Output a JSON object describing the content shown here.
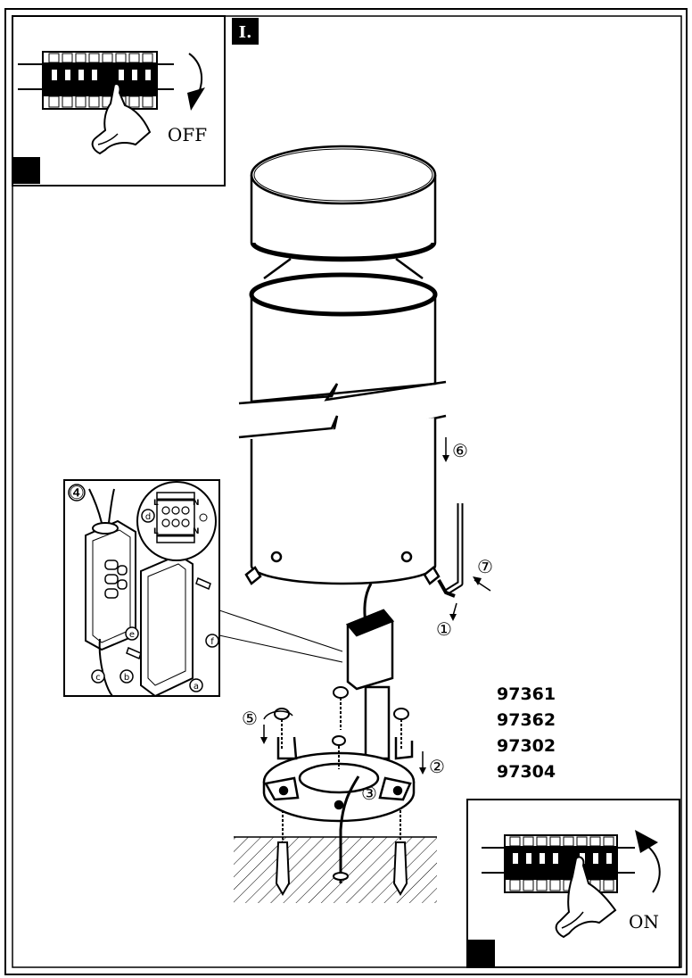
{
  "sheet_label": "I.",
  "breaker_top": {
    "state_label": "OFF"
  },
  "breaker_bottom": {
    "state_label": "ON"
  },
  "steps": [
    "①",
    "②",
    "③",
    "④",
    "⑤",
    "⑥",
    "⑦"
  ],
  "junction_box": {
    "terminal_labels": [
      "L",
      "N",
      "L",
      "N"
    ],
    "callouts": [
      "a",
      "b",
      "c",
      "d",
      "e",
      "f"
    ]
  },
  "article_numbers": [
    "97361",
    "97362",
    "97302",
    "97304"
  ]
}
